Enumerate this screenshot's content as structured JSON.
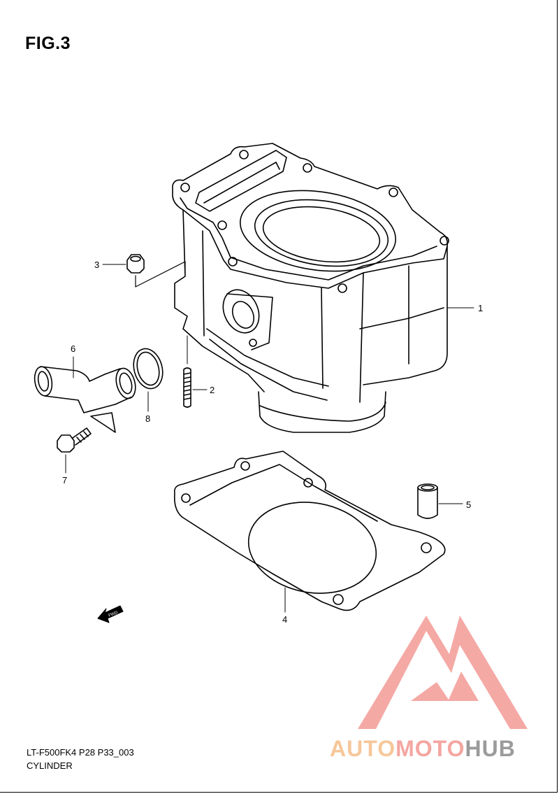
{
  "figure": {
    "title": "FIG.3"
  },
  "callouts": {
    "c1": "1",
    "c2": "2",
    "c3": "3",
    "c4": "4",
    "c5": "5",
    "c6": "6",
    "c7": "7",
    "c8": "8"
  },
  "fwd_label": "FWD",
  "footer": {
    "code": "LT-F500FK4 P28 P33_003",
    "name": "CYLINDER"
  },
  "watermark": {
    "part1": "AUTO",
    "part2": "MOTO",
    "part3": "HUB",
    "colors": {
      "auto": "#f6c79a",
      "moto": "#f4a6a1",
      "hub": "#9b9b9b",
      "logo": "#f29a95"
    }
  }
}
